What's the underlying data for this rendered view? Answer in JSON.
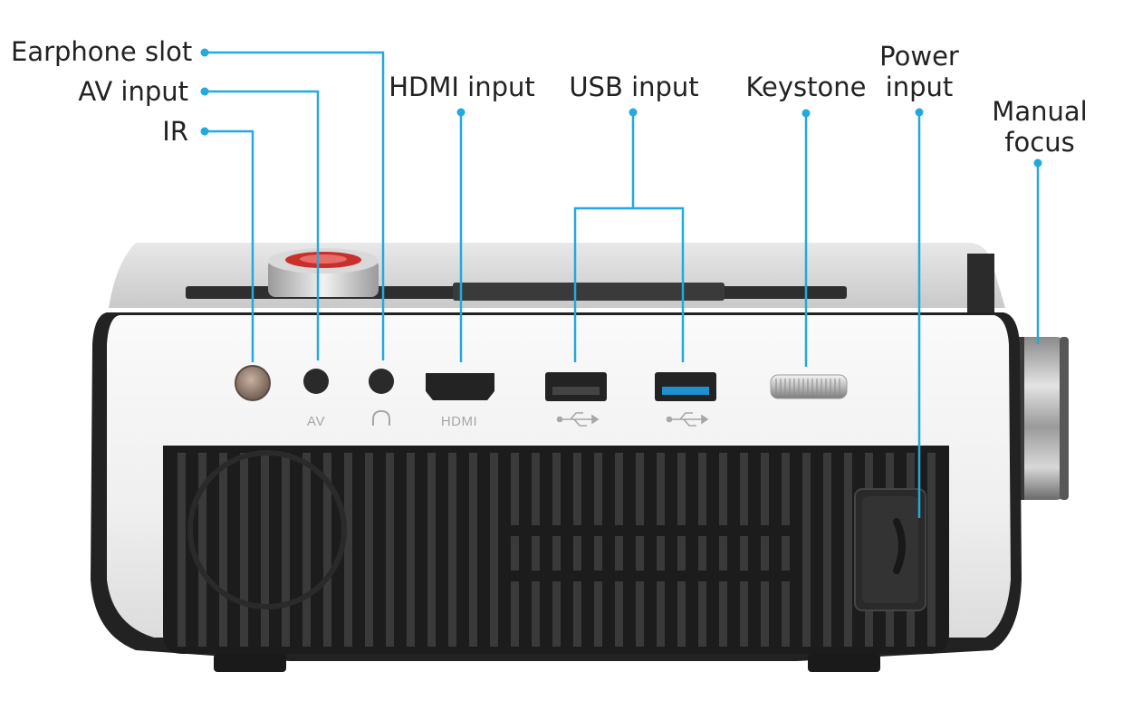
{
  "callouts": {
    "earphone": "Earphone slot",
    "av": "AV input",
    "ir": "IR",
    "hdmi": "HDMI input",
    "usb": "USB input",
    "keystone": "Keystone",
    "power_line1": "Power",
    "power_line2": "input",
    "focus_line1": "Manual",
    "focus_line2": "focus"
  },
  "port_labels": {
    "av": "AV",
    "hdmi": "HDMI"
  },
  "colors": {
    "leader": "#22a9de",
    "text": "#222222",
    "body_white": "#f4f4f4",
    "body_trim": "#bfbfbf",
    "vent_dark": "#1c1c1c",
    "usb_blue": "#1f8fd0"
  },
  "icons": {
    "earphone_port_symbol": "headphone-icon",
    "usb_port_symbol": "usb-icon"
  }
}
